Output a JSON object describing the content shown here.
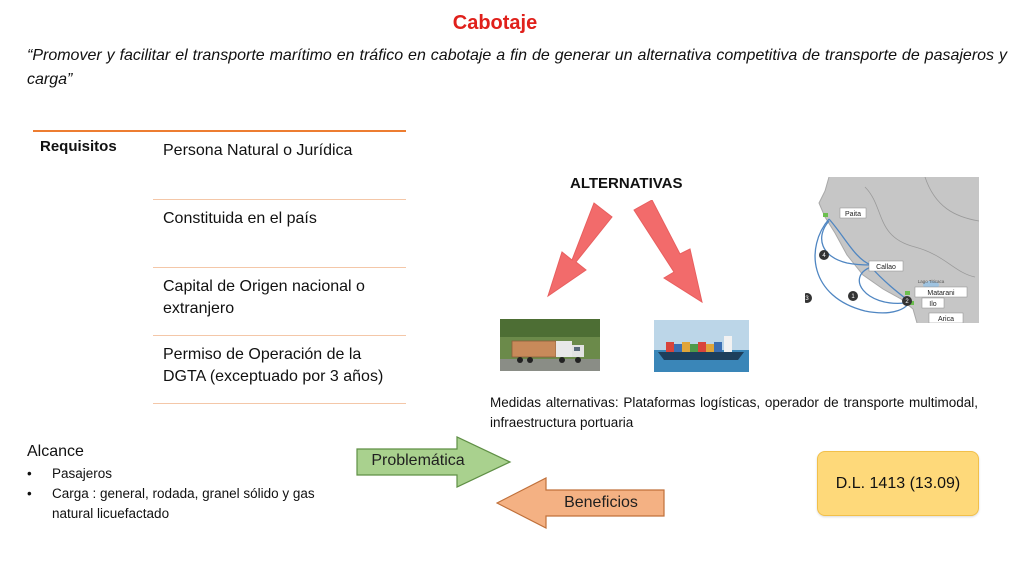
{
  "title": "Cabotaje",
  "quote": "“Promover y facilitar el transporte marítimo en tráfico en cabotaje a fin de generar un alternativa competitiva de transporte de pasajeros  y carga”",
  "requisitos": {
    "label": "Requisitos",
    "items": [
      "Persona Natural o Jurídica",
      "Constituida en el país",
      "Capital de Origen nacional o extranjero",
      "Permiso de Operación de la DGTA (exceptuado por 3 años)"
    ]
  },
  "alternativas": {
    "label": "ALTERNATIVAS",
    "medidas": "Medidas alternativas: Plataformas logísticas, operador de transporte multimodal, infraestructura portuaria"
  },
  "map": {
    "ports": [
      "Paita",
      "Callao",
      "Matarani",
      "Ilo",
      "Arica"
    ],
    "lake": "Lago Titicaca",
    "route_numbers": [
      "1",
      "2",
      "3",
      "4"
    ]
  },
  "alcance": {
    "heading": "Alcance",
    "items": [
      "Pasajeros",
      "Carga : general, rodada, granel sólido y gas natural licuefactado"
    ]
  },
  "buttons": {
    "problematica": "Problemática",
    "beneficios": "Beneficios"
  },
  "dl": "D.L. 1413 (13.09)",
  "colors": {
    "title": "#e0201b",
    "green_arrow": "#a9d18e",
    "salmon_arrow": "#f4b183",
    "red_arrow": "#f26b6b",
    "dl_box": "#fed97a"
  }
}
